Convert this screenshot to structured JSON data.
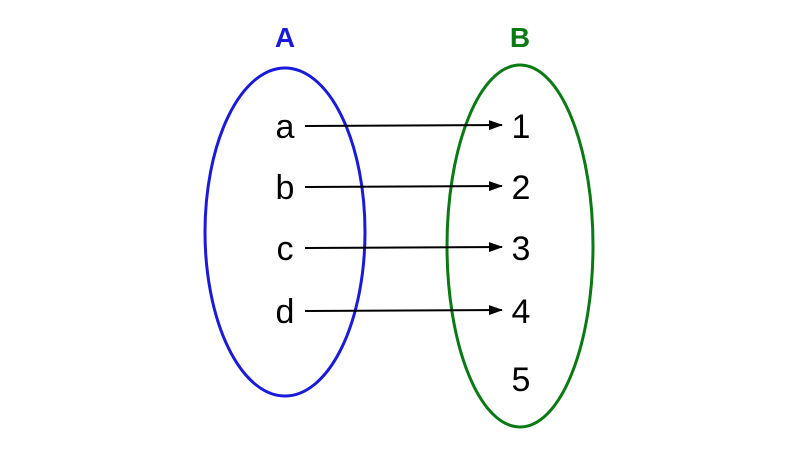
{
  "sets": {
    "domain": {
      "title": "A",
      "color": "#1a1adc",
      "elements": [
        "a",
        "b",
        "c",
        "d"
      ]
    },
    "codomain": {
      "title": "B",
      "color": "#0a7a12",
      "elements": [
        "1",
        "2",
        "3",
        "4",
        "5"
      ]
    }
  },
  "mapping": [
    {
      "from": "a",
      "to": "1"
    },
    {
      "from": "b",
      "to": "2"
    },
    {
      "from": "c",
      "to": "3"
    },
    {
      "from": "d",
      "to": "4"
    }
  ],
  "arrow_color": "#000000"
}
